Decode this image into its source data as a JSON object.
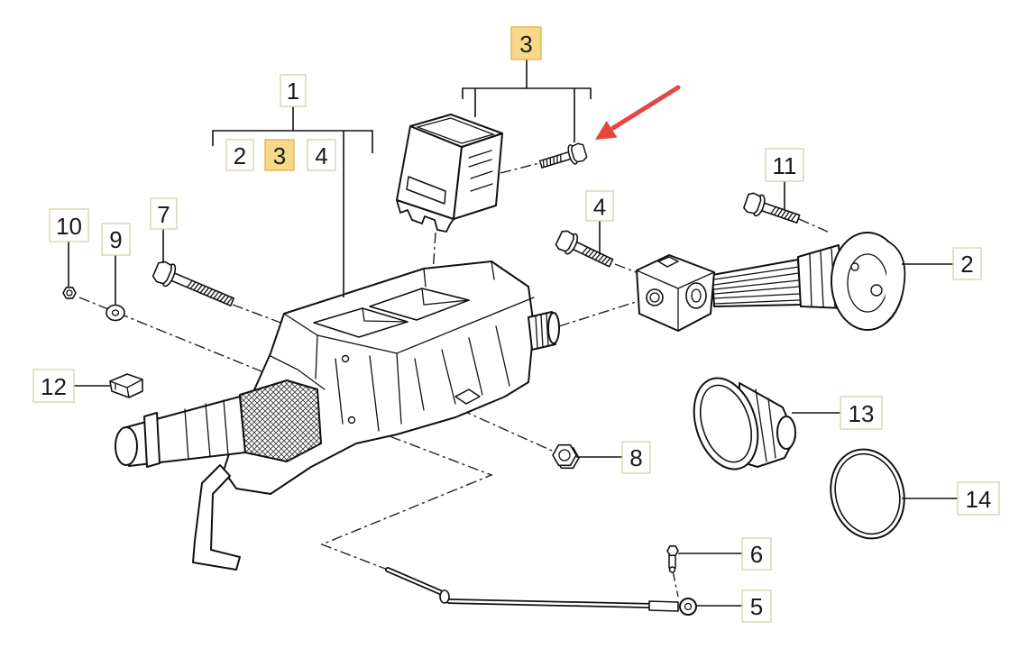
{
  "colors": {
    "background": "#ffffff",
    "ink": "#1a1a1a",
    "label_border": "#d9ceaf",
    "highlight_fill": "#f8d98a",
    "highlight_border": "#e0b24a",
    "arrow": "#e6463f"
  },
  "callouts": [
    {
      "label": "3",
      "highlighted": true
    },
    {
      "label": "1",
      "highlighted": false
    },
    {
      "label": "2",
      "highlighted": false
    },
    {
      "label": "3",
      "highlighted": true
    },
    {
      "label": "4",
      "highlighted": false
    },
    {
      "label": "7",
      "highlighted": false
    },
    {
      "label": "10",
      "highlighted": false
    },
    {
      "label": "9",
      "highlighted": false
    },
    {
      "label": "12",
      "highlighted": false
    },
    {
      "label": "4",
      "highlighted": false
    },
    {
      "label": "11",
      "highlighted": false
    },
    {
      "label": "2",
      "highlighted": false
    },
    {
      "label": "13",
      "highlighted": false
    },
    {
      "label": "14",
      "highlighted": false
    },
    {
      "label": "8",
      "highlighted": false
    },
    {
      "label": "6",
      "highlighted": false
    },
    {
      "label": "5",
      "highlighted": false
    }
  ],
  "pointer_icon": "arrow-icon"
}
